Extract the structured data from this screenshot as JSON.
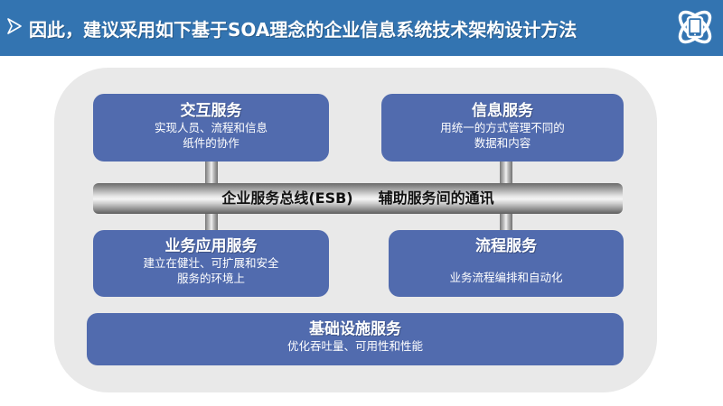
{
  "header": {
    "bullet_icon": "arrowhead-bullet-icon",
    "title": "因此，建议采用如下基于SOA理念的企业信息系统技术架构设计方法",
    "logo_icon": "atom-tablet-icon",
    "background_color": "#3374b1"
  },
  "diagram": {
    "panel_color": "#e9e9e9",
    "box_color": "#516bae",
    "boxes": [
      {
        "title": "交互服务",
        "desc_lines": [
          "实现人员、流程和信息",
          "纸件的协作"
        ]
      },
      {
        "title": "信息服务",
        "desc_lines": [
          "用统一的方式管理不同的",
          "数据和内容"
        ]
      },
      {
        "title": "业务应用服务",
        "desc_lines": [
          "建立在健壮、可扩展和安全",
          "服务的环境上"
        ]
      },
      {
        "title": "流程服务",
        "desc_lines": [
          "业务流程编排和自动化"
        ]
      },
      {
        "title": "基础设施服务",
        "desc_lines": [
          "优化吞吐量、可用性和性能"
        ]
      }
    ],
    "bus": {
      "label": "企业服务总线(ESB)",
      "description": "辅助服务间的通讯"
    }
  }
}
